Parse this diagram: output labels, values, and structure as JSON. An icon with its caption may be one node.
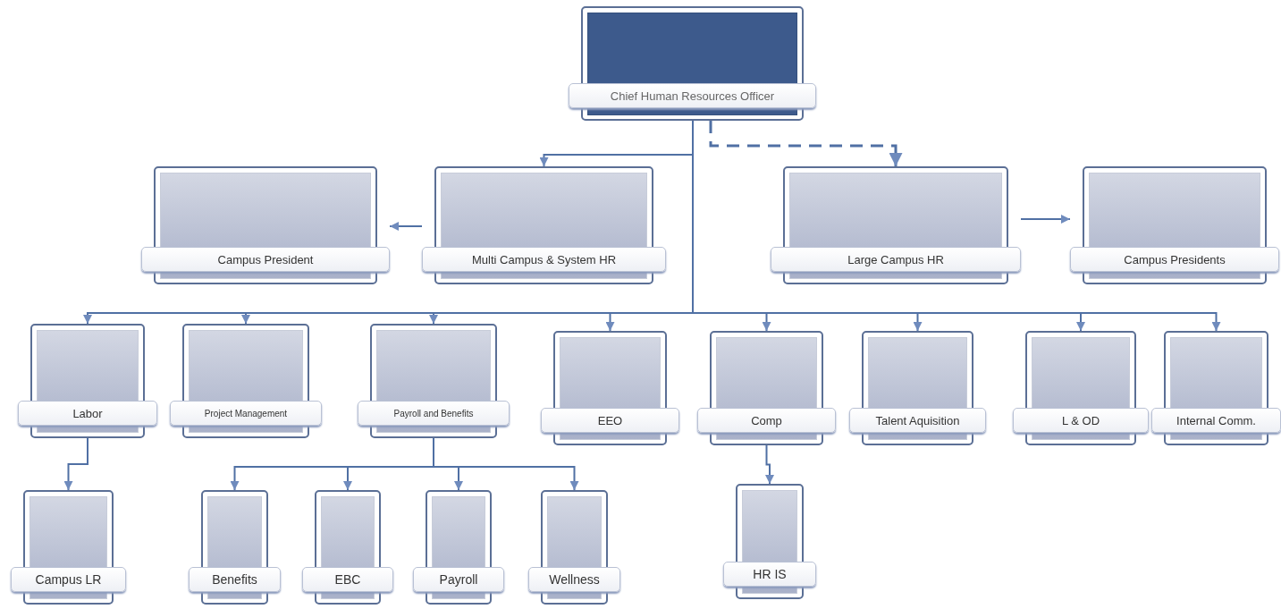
{
  "diagram": {
    "nodes": [
      {
        "text": [
          "Chief Human Resources Officer"
        ]
      },
      {
        "text": [
          "Campus President"
        ]
      },
      {
        "text": [
          "Multi Campus & System HR"
        ]
      },
      {
        "text": [
          "Large Campus HR"
        ]
      },
      {
        "text": [
          "Campus Presidents"
        ]
      },
      {
        "text": [
          "Labor"
        ]
      },
      {
        "text": [
          "Project Management"
        ]
      },
      {
        "text": [
          "Payroll and Benefits"
        ]
      },
      {
        "text": [
          "EEO"
        ]
      },
      {
        "text": [
          "Comp"
        ]
      },
      {
        "text": [
          "Talent Aquisition"
        ]
      },
      {
        "text": [
          "L & OD"
        ]
      },
      {
        "text": [
          "Internal Comm."
        ]
      },
      {
        "text": [
          "Campus LR"
        ]
      },
      {
        "text": [
          "Benefits"
        ]
      },
      {
        "text": [
          "EBC"
        ]
      },
      {
        "text": [
          "Payroll"
        ]
      },
      {
        "text": [
          "Wellness"
        ]
      },
      {
        "text": [
          "HR IS"
        ]
      }
    ],
    "edges": [
      {
        "from": 0,
        "to": 2,
        "arrow": "to"
      },
      {
        "from": 0,
        "to": 3,
        "arrow": "to",
        "style": "dashed"
      },
      {
        "from": 2,
        "to": 1,
        "arrow": "to"
      },
      {
        "from": 3,
        "to": 4,
        "arrow": "to"
      },
      {
        "from": 0,
        "to": 5,
        "arrow": "to"
      },
      {
        "from": 0,
        "to": 6,
        "arrow": "to"
      },
      {
        "from": 0,
        "to": 7,
        "arrow": "to"
      },
      {
        "from": 0,
        "to": 8,
        "arrow": "to"
      },
      {
        "from": 0,
        "to": 9,
        "arrow": "to"
      },
      {
        "from": 0,
        "to": 10,
        "arrow": "to"
      },
      {
        "from": 0,
        "to": 11,
        "arrow": "to"
      },
      {
        "from": 0,
        "to": 12,
        "arrow": "to"
      },
      {
        "from": 5,
        "to": 13,
        "arrow": "to"
      },
      {
        "from": 7,
        "to": 14,
        "arrow": "to"
      },
      {
        "from": 7,
        "to": 15,
        "arrow": "to"
      },
      {
        "from": 7,
        "to": 16,
        "arrow": "to"
      },
      {
        "from": 7,
        "to": 17,
        "arrow": "to"
      },
      {
        "from": 9,
        "to": 18,
        "arrow": "to"
      }
    ]
  }
}
